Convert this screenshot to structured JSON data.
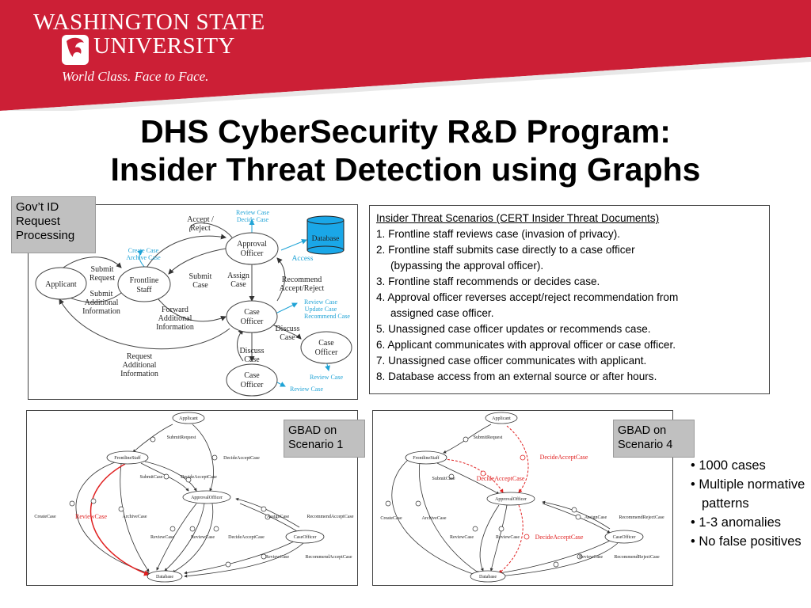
{
  "header": {
    "line1": "WASHINGTON STATE",
    "line2": "UNIVERSITY",
    "tagline": "World Class. Face to Face."
  },
  "title": {
    "line1": "DHS CyberSecurity R&D Program:",
    "line2": "Insider Threat Detection using Graphs"
  },
  "gov_label": {
    "line1": "Gov’t ID",
    "line2": "Request",
    "line3": "Processing"
  },
  "process_diagram": {
    "nodes": {
      "applicant": "Applicant",
      "frontline1": "Frontline",
      "frontline2": "Staff",
      "approval1": "Approval",
      "approval2": "Officer",
      "case1": "Case",
      "case2": "Officer",
      "case_b1": "Case",
      "case_b2": "Officer",
      "case_c1": "Case",
      "case_c2": "Officer",
      "database": "Database"
    },
    "labels": {
      "accept_reject1": "Accept /",
      "accept_reject2": "Reject",
      "review_case": "Review Case",
      "decide_case": "Decide Case",
      "create_case": "Create Case",
      "archive_case": "Archive Case",
      "access": "Access",
      "submit_request1": "Submit",
      "submit_request2": "Request",
      "submit_add1": "Submit",
      "submit_add2": "Additional",
      "submit_add3": "Information",
      "submit_case1": "Submit",
      "submit_case2": "Case",
      "assign_case1": "Assign",
      "assign_case2": "Case",
      "recommend1": "Recommend",
      "recommend2": "Accept/Reject",
      "forward1": "Forward",
      "forward2": "Additional",
      "forward3": "Information",
      "cyan_review": "Review Case",
      "cyan_update": "Update Case",
      "cyan_recommend": "Recommend Case",
      "discuss_a1": "Discuss",
      "discuss_a2": "Case",
      "discuss_b1": "Discuss",
      "discuss_b2": "Case",
      "request_add1": "Request",
      "request_add2": "Additional",
      "request_add3": "Information",
      "review_case_b": "Review Case",
      "review_case_c": "Review Case"
    }
  },
  "scenarios": {
    "heading": "Insider Threat Scenarios (CERT Insider Threat Documents)",
    "items": [
      [
        "1. Frontline staff reviews case (invasion of privacy)."
      ],
      [
        "2. Frontline staff submits case directly to a case officer",
        "(bypassing the approval officer)."
      ],
      [
        "3. Frontline staff recommends or decides case."
      ],
      [
        "4. Approval officer reverses accept/reject recommendation from",
        "assigned case officer."
      ],
      [
        "5. Unassigned case officer updates or recommends case."
      ],
      [
        "6. Applicant communicates with approval officer or case officer."
      ],
      [
        "7. Unassigned case officer communicates with applicant."
      ],
      [
        "8. Database access from an external source or after hours."
      ]
    ]
  },
  "graph1": {
    "nodes": {
      "applicant": "Applicant",
      "frontline": "FrontlineStaff",
      "approval": "ApprovalOfficer",
      "caseofficer": "CaseOfficer",
      "database": "Database"
    },
    "edges": {
      "submit_request": "SubmitRequest",
      "decide_accept": "DecideAcceptCase",
      "submit_case": "SubmitCase",
      "decide_accept2": "DecideAcceptCase",
      "assign_case": "AssignCase",
      "recommend_accept": "RecommendAcceptCase",
      "create_case": "CreateCase",
      "review_case_red": "ReviewCase",
      "archive_case": "ArchiveCase",
      "review_case1": "ReviewCase",
      "review_case2": "ReviewCase",
      "decide_accept3": "DecideAcceptCase",
      "review_case3": "ReviewCase",
      "recommend_accept2": "RecommendAcceptCase"
    },
    "label1": "GBAD on",
    "label2": "Scenario 1"
  },
  "graph4": {
    "nodes": {
      "applicant": "Applicant",
      "frontline": "FrontlineStaff",
      "approval": "ApprovalOfficer",
      "caseofficer": "CaseOfficer",
      "database": "Database"
    },
    "edges": {
      "submit_request": "SubmitRequest",
      "decide_accept_red1": "DecideAcceptCase",
      "submit_case": "SubmitCase",
      "decide_accept_red2": "DecideAcceptCase",
      "assign_case": "AssignCase",
      "recommend_reject": "RecommendRejectCase",
      "create_case": "CreateCase",
      "archive_case": "ArchiveCase",
      "review_case1": "ReviewCase",
      "review_case2": "ReviewCase",
      "decide_accept_red3": "DecideAcceptCase",
      "review_case3": "ReviewCase",
      "recommend_reject2": "RecommendRejectCase"
    },
    "label1": "GBAD on",
    "label2": "Scenario 4"
  },
  "bullets": [
    "• 1000 cases",
    "• Multiple normative patterns",
    "• 1-3 anomalies",
    "• No false positives"
  ],
  "colors": {
    "banner_red": "#cc1f36",
    "cyan_label": "#1fa3d6",
    "database_fill": "#1aa7e8",
    "anomaly_red": "#e02020"
  }
}
